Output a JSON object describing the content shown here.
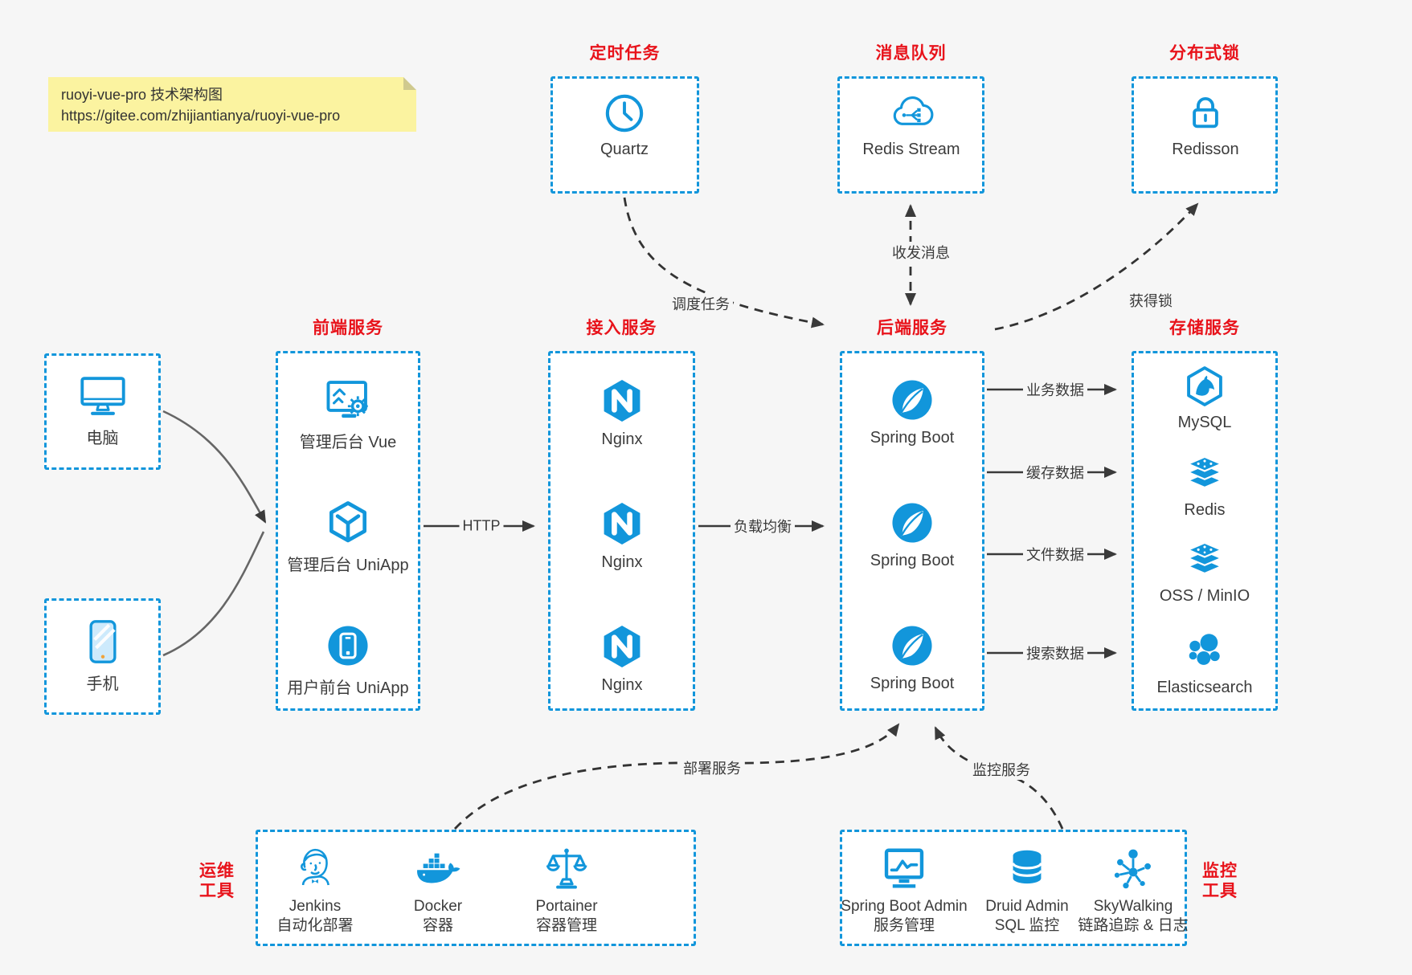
{
  "colors": {
    "accent_blue": "#1296db",
    "title_red": "#e8131b",
    "canvas_bg": "#f6f6f6",
    "note_bg": "#fbf3a0",
    "arrow_gray": "#3a3a3a"
  },
  "note": {
    "title": "ruoyi-vue-pro 技术架构图",
    "url": "https://gitee.com/zhijiantianya/ruoyi-vue-pro"
  },
  "top_groups": [
    {
      "title": "定时任务",
      "label": "Quartz",
      "icon": "clock-icon"
    },
    {
      "title": "消息队列",
      "label": "Redis Stream",
      "icon": "cloud-stream-icon"
    },
    {
      "title": "分布式锁",
      "label": "Redisson",
      "icon": "lock-icon"
    }
  ],
  "devices": [
    {
      "label": "电脑",
      "icon": "desktop-icon"
    },
    {
      "label": "手机",
      "icon": "smartphone-icon"
    }
  ],
  "columns": [
    {
      "title": "前端服务",
      "items": [
        {
          "label": "管理后台 Vue",
          "icon": "admin-dashboard-icon"
        },
        {
          "label": "管理后台 UniApp",
          "icon": "uniapp-cube-icon"
        },
        {
          "label": "用户前台 UniApp",
          "icon": "mobile-app-icon"
        }
      ]
    },
    {
      "title": "接入服务",
      "items": [
        {
          "label": "Nginx",
          "icon": "nginx-icon"
        },
        {
          "label": "Nginx",
          "icon": "nginx-icon"
        },
        {
          "label": "Nginx",
          "icon": "nginx-icon"
        }
      ]
    },
    {
      "title": "后端服务",
      "items": [
        {
          "label": "Spring Boot",
          "icon": "spring-boot-icon"
        },
        {
          "label": "Spring Boot",
          "icon": "spring-boot-icon"
        },
        {
          "label": "Spring Boot",
          "icon": "spring-boot-icon"
        }
      ]
    },
    {
      "title": "存储服务",
      "items": [
        {
          "label": "MySQL",
          "icon": "mysql-icon"
        },
        {
          "label": "Redis",
          "icon": "redis-stack-icon"
        },
        {
          "label": "OSS / MinIO",
          "icon": "object-storage-icon"
        },
        {
          "label": "Elasticsearch",
          "icon": "elasticsearch-icon"
        }
      ]
    }
  ],
  "edges": {
    "http": "HTTP",
    "load_balance": "负载均衡",
    "business_data": "业务数据",
    "cache_data": "缓存数据",
    "file_data": "文件数据",
    "search_data": "搜索数据",
    "schedule_task": "调度任务",
    "exchange_message": "收发消息",
    "acquire_lock": "获得锁",
    "deploy_service": "部署服务",
    "monitor_service": "监控服务"
  },
  "bottom_groups": [
    {
      "side_label": [
        "运维",
        "工具"
      ],
      "items": [
        {
          "name": "Jenkins",
          "desc": "自动化部署",
          "icon": "jenkins-icon"
        },
        {
          "name": "Docker",
          "desc": "容器",
          "icon": "docker-icon"
        },
        {
          "name": "Portainer",
          "desc": "容器管理",
          "icon": "portainer-icon"
        }
      ]
    },
    {
      "side_label": [
        "监控",
        "工具"
      ],
      "items": [
        {
          "name": "Spring Boot Admin",
          "desc": "服务管理",
          "icon": "spring-boot-admin-icon"
        },
        {
          "name": "Druid Admin",
          "desc": "SQL 监控",
          "icon": "druid-database-icon"
        },
        {
          "name": "SkyWalking",
          "desc": "链路追踪 & 日志",
          "icon": "skywalking-icon"
        }
      ]
    }
  ]
}
